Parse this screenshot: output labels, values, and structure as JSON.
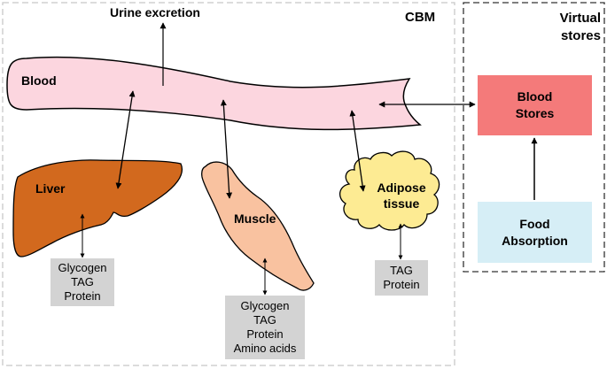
{
  "diagram": {
    "regions": {
      "cbm_label": "CBM",
      "virtual_label_line1": "Virtual",
      "virtual_label_line2": "stores"
    },
    "urine_label": "Urine excretion",
    "blood_label": "Blood",
    "organs": {
      "liver": "Liver",
      "muscle": "Muscle",
      "adipose_line1": "Adipose",
      "adipose_line2": "tissue"
    },
    "stores": {
      "liver": [
        "Glycogen",
        "TAG",
        "Protein"
      ],
      "muscle": [
        "Glycogen",
        "TAG",
        "Protein",
        "Amino acids"
      ],
      "adipose": [
        "TAG",
        "Protein"
      ]
    },
    "virtual": {
      "blood_stores_line1": "Blood",
      "blood_stores_line2": "Stores",
      "food_line1": "Food",
      "food_line2": "Absorption"
    },
    "colors": {
      "blood": "#fcd6df",
      "liver": "#d2691e",
      "muscle": "#f9c2a0",
      "adipose": "#fdeb93",
      "blood_stores": "#f47a7a",
      "food_absorption": "#d6eef6",
      "store_box": "#d3d3d3"
    }
  }
}
